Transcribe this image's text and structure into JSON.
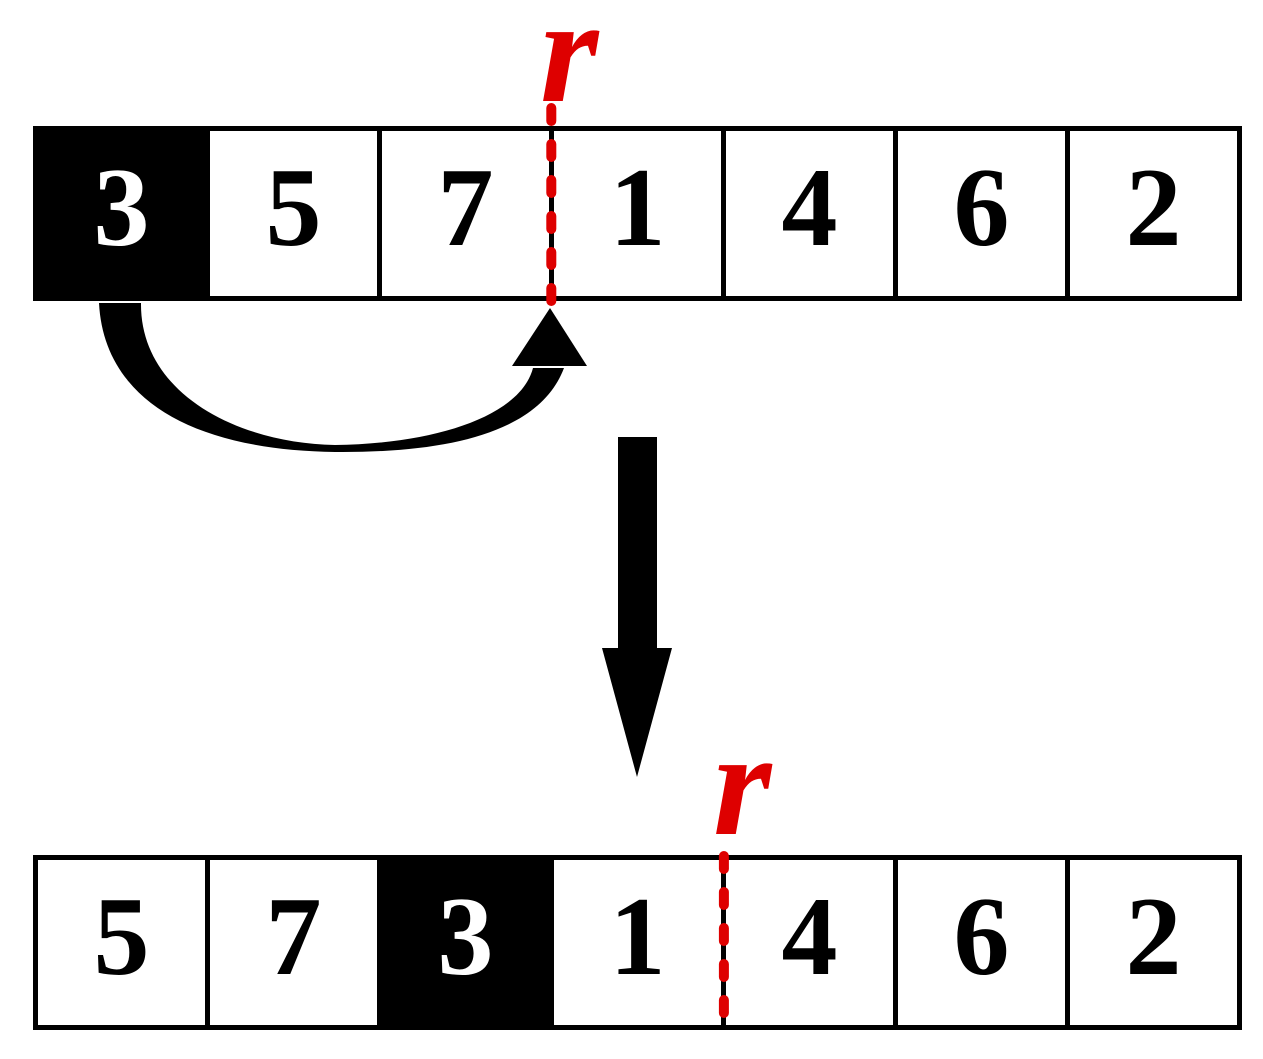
{
  "colors": {
    "accent_red": "#DE0000",
    "highlight_black": "#000000",
    "background_white": "#ffffff"
  },
  "top_array": {
    "pointer_label": "r",
    "pointer_boundary_index": 3,
    "cells": [
      {
        "value": "3",
        "highlighted": true
      },
      {
        "value": "5",
        "highlighted": false
      },
      {
        "value": "7",
        "highlighted": false
      },
      {
        "value": "1",
        "highlighted": false
      },
      {
        "value": "4",
        "highlighted": false
      },
      {
        "value": "6",
        "highlighted": false
      },
      {
        "value": "2",
        "highlighted": false
      }
    ]
  },
  "bottom_array": {
    "pointer_label": "r",
    "pointer_boundary_index": 4,
    "cells": [
      {
        "value": "5",
        "highlighted": false
      },
      {
        "value": "7",
        "highlighted": false
      },
      {
        "value": "3",
        "highlighted": true
      },
      {
        "value": "1",
        "highlighted": false
      },
      {
        "value": "4",
        "highlighted": false
      },
      {
        "value": "6",
        "highlighted": false
      },
      {
        "value": "2",
        "highlighted": false
      }
    ]
  }
}
